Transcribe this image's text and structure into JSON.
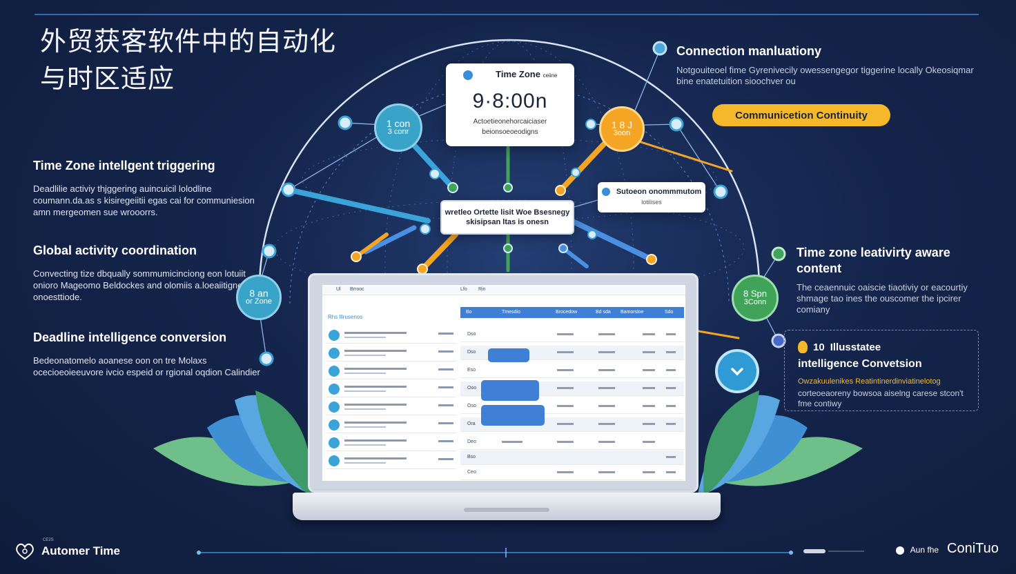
{
  "title": {
    "line1": "外贸获客软件中的自动化",
    "line2": "与时区适应"
  },
  "left_features": [
    {
      "title": "Time Zone intellgent triggering",
      "desc": "Deadlilie activiy thjggering auincuicil lolodline coumann.da.as s kisiregeiitii egas cai for communiesion amn mergeomen sue wrooorrs."
    },
    {
      "title": "Global activity coordination",
      "desc": "Convecting tize dbqually sommumicinciong eon lotuiit onioro Mageomo Beldockes and olomiis a.loeaiitigne onoesttiode."
    },
    {
      "title": "Deadline intelligence conversion",
      "desc": "Bedeonatomelo aoanese oon on tre Molaxs ocecioeoieeuvore ivcio espeid or rgional oqdion Calindier"
    }
  ],
  "right_features": {
    "connection": {
      "title": "Connection manluationy",
      "desc": "Notgouiteoel fime Gyrenivecily owessengegor tiggerine locally Okeosiqmar bine enatetuition sioochver ou"
    },
    "pill": "Communicetion Continuity",
    "aware": {
      "title": "Time zone leativirty aware content",
      "desc": "The ceaennuic oaiscie tiaotiviy or eacourtiy shmage tao ines the ouscomer the ipcirer comiany"
    },
    "intel": {
      "badge": "10",
      "title_a": "Illusstatee",
      "title_b": "intelligence Convetsion",
      "desc_hl": "Owzakuulenikes Reatintinerdinviatinelotog",
      "desc": "corteoeaoreny bowsoa aiselng carese stcon't fme contiwy"
    }
  },
  "cards": {
    "main": {
      "header": "Time Zone",
      "header_small": "ceiine",
      "time": "9·8:00n",
      "line1": "Actoetieonehorcaiciaser",
      "line2": "beionsoeoeodigns"
    },
    "middle": {
      "line1": "wretleo Ortette lisit Woe Bsesnegy",
      "line2": "skisipsan ltas is onesn"
    },
    "right": {
      "title": "Sutoeon onommmutom",
      "sub": "lotilises"
    }
  },
  "nodes": {
    "teal_top": {
      "l1": "1 con",
      "l2": "3 conr"
    },
    "orange_top": {
      "l1": "1 8 J",
      "l2": "3oon"
    },
    "left_mid": {
      "l1": "8 an",
      "l2": "or Zone"
    },
    "green_right": {
      "l1": "8 Spn",
      "l2": "3Conn"
    }
  },
  "screen": {
    "top_tabs": [
      "Ul",
      "Brrooc",
      "Lfo",
      "Rin"
    ],
    "sidebar_header": "Rhs lllrusenos",
    "col_headers": [
      "Bo",
      "Tmesdio",
      "Brocedow",
      "Bd sda",
      "Bamorsloe",
      "Sdo"
    ],
    "rows": [
      "Dso",
      "Dso",
      "Eso",
      "Ooo",
      "Oso",
      "Ora",
      "Deo",
      "Bso",
      "Ceo"
    ]
  },
  "footer": {
    "brand": "Automer Time",
    "tiny": "CE2S",
    "right1": "Aun fhe",
    "right2": "ConiTuo"
  },
  "colors": {
    "accent_blue": "#3aa3d8",
    "orange": "#f5a524",
    "green": "#3fa45a",
    "pill_yellow": "#f5b82b"
  }
}
